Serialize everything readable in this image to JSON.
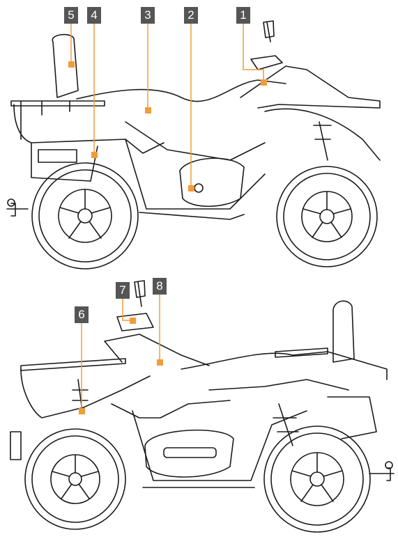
{
  "callouts": [
    {
      "id": "c1",
      "label": "1"
    },
    {
      "id": "c2",
      "label": "2"
    },
    {
      "id": "c3",
      "label": "3"
    },
    {
      "id": "c4",
      "label": "4"
    },
    {
      "id": "c5",
      "label": "5"
    },
    {
      "id": "c6",
      "label": "6"
    },
    {
      "id": "c7",
      "label": "7"
    },
    {
      "id": "c8",
      "label": "8"
    }
  ],
  "colors": {
    "line": "#1a1a1a",
    "callout_bg": "#555555",
    "callout_text": "#ffffff",
    "marker": "#f39c3a"
  }
}
